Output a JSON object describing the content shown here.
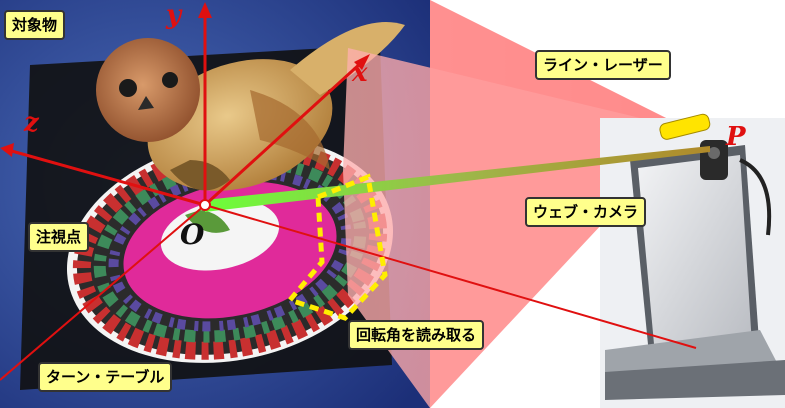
{
  "labels": {
    "object": "対象物",
    "laser": "ライン・レーザー",
    "webcam": "ウェブ・カメラ",
    "gaze_point": "注視点",
    "read_angle": "回転角を読み取る",
    "turntable": "ターン・テーブル"
  },
  "axes": {
    "x": "x",
    "y": "y",
    "z": "z",
    "origin": "O",
    "point": "P"
  },
  "colors": {
    "accent": "#e01010",
    "callout_fill": "#ffff8c",
    "laser_beam": "#ff8c8c",
    "laser_line": "#7cff4a",
    "encoder_highlight": "#ffee00"
  }
}
